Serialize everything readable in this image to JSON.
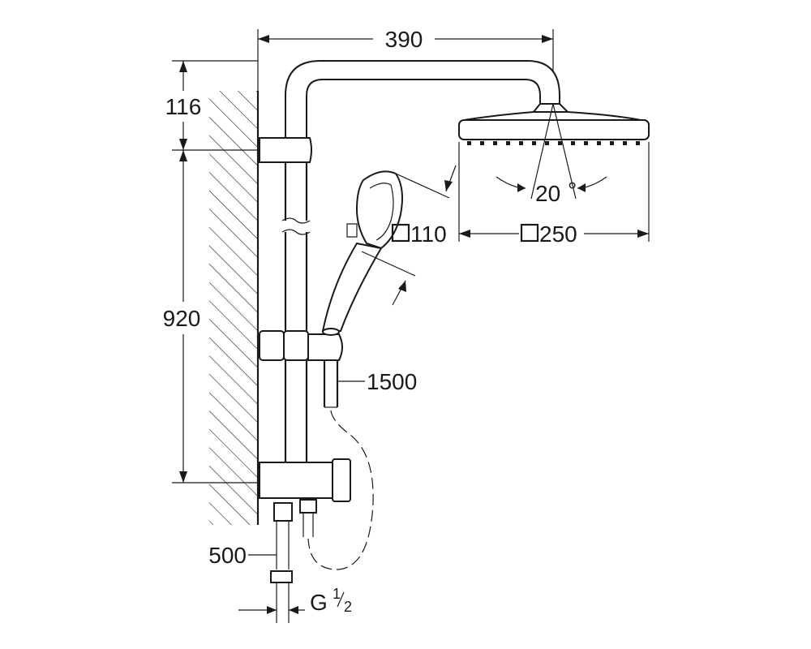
{
  "dimensions": {
    "width_arm": "390",
    "top_offset": "116",
    "bar_length": "920",
    "hand_shower_size": "110",
    "head_shower_size": "250",
    "tilt_angle": "20",
    "tilt_unit": "°",
    "hose_length": "1500",
    "connector_hose": "500",
    "thread_prefix": "G",
    "thread_numerator": "1",
    "thread_denominator": "2"
  }
}
